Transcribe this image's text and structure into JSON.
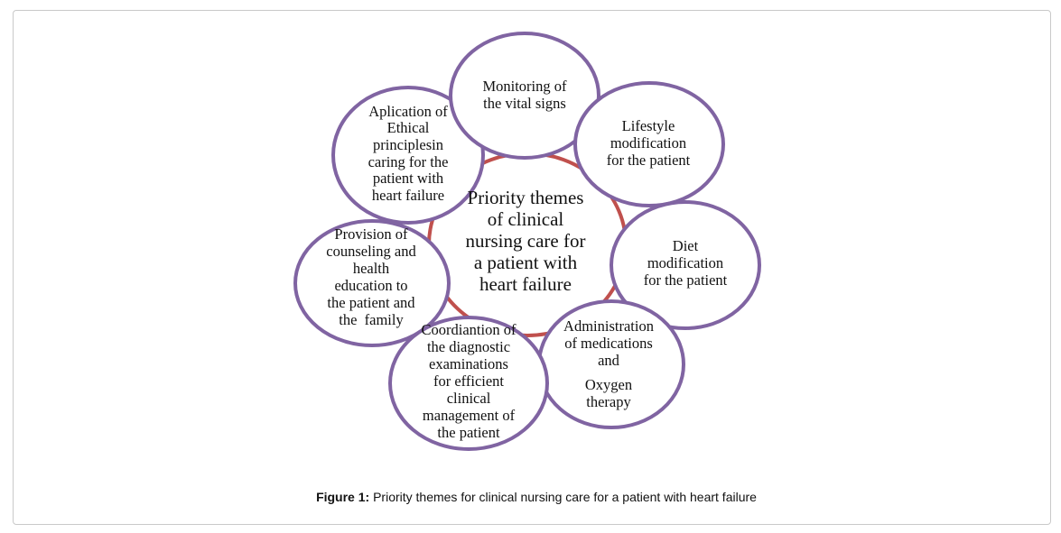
{
  "diagram": {
    "center": {
      "lines": [
        "Priority themes",
        "of clinical",
        "nursing care for",
        "a patient with",
        "heart failure"
      ]
    },
    "themes": [
      {
        "id": "monitoring",
        "lines": [
          "Monitoring of",
          "the vital signs"
        ]
      },
      {
        "id": "lifestyle",
        "lines": [
          "Lifestyle",
          "modification",
          "for the patient"
        ]
      },
      {
        "id": "diet",
        "lines": [
          "Diet",
          "modification",
          "for the patient"
        ]
      },
      {
        "id": "administration",
        "lines": [
          "Administration",
          "of medications",
          "and",
          "Oxygen",
          "therapy"
        ]
      },
      {
        "id": "coordination",
        "lines": [
          "Coordiantion of",
          "the diagnostic",
          "examinations",
          "for efficient",
          "clinical",
          "management of",
          "the patient"
        ]
      },
      {
        "id": "provision",
        "lines": [
          "Provision of",
          "counseling and",
          "health",
          "education to",
          "the patient and",
          "the  family"
        ]
      },
      {
        "id": "ethics",
        "lines": [
          "Aplication of",
          "Ethical",
          "principlesin",
          "caring for the",
          "patient with",
          "heart failure"
        ]
      }
    ],
    "colors": {
      "ring": "#c0504d",
      "circle": "#8064a2"
    }
  },
  "caption": {
    "label": "Figure 1:",
    "text": " Priority themes for clinical nursing care for a patient with heart failure"
  }
}
